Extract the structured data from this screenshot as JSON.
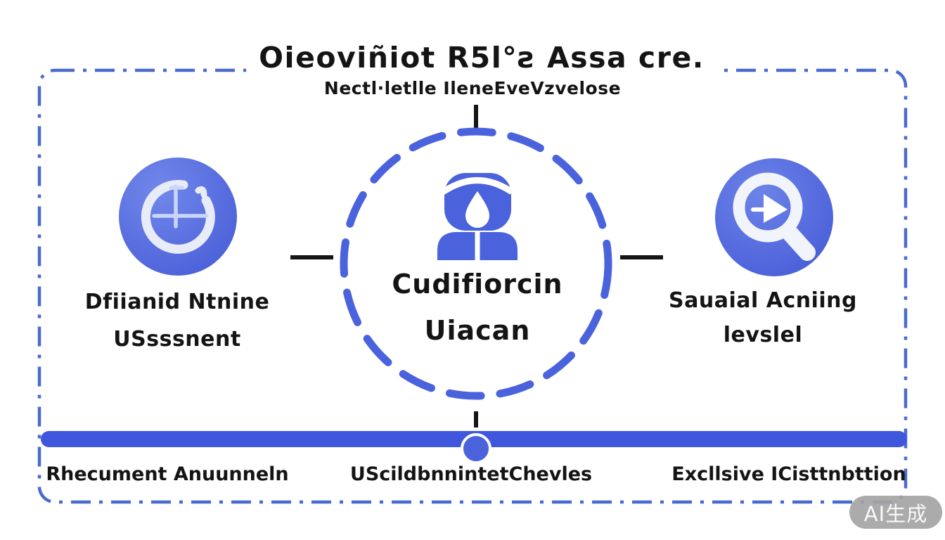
{
  "header": {
    "title": "Oieoviñiot R5l°ƨ Assa cre.",
    "subtitle": "Nectl·letlle IleneEveVzvelose"
  },
  "features": {
    "left": {
      "icon": "dial-gauge-icon",
      "label_line1": "Dfiianid Ntnine",
      "label_line2": "USsssnent"
    },
    "center": {
      "icon": "person-icon",
      "label_line1": "Cudifiorcin",
      "label_line2": "Uiacan"
    },
    "right": {
      "icon": "search-arrow-icon",
      "label_line1": "Sauaial Acniing",
      "label_line2": "levslel"
    }
  },
  "timeline": {
    "labels": [
      "Rhecument Anuunneln",
      "UScildbnnintetChevles",
      "Excllsive ICisttnbttion"
    ]
  },
  "watermark": "AI生成",
  "colors": {
    "primary_blue": "#4a63dc",
    "icon_blue": "#4c63d9",
    "bar_blue": "#3f57dd",
    "border_blue": "#4a6ace",
    "connector_black": "#151515",
    "text": "#141414",
    "watermark_gray": "#a4a4a4"
  }
}
